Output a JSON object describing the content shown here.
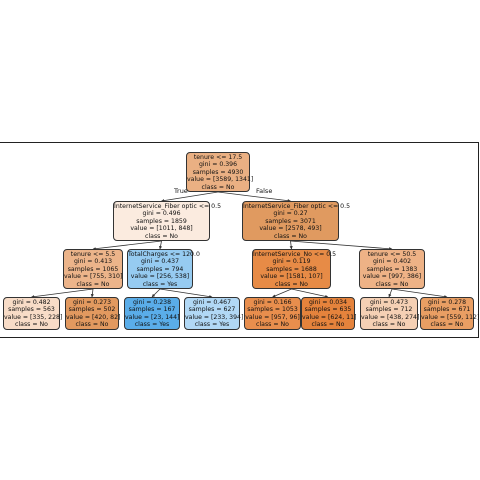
{
  "edge_labels": {
    "true_label": "True",
    "false_label": "False"
  },
  "nodes": {
    "root": {
      "split": "tenure <= 17.5",
      "gini": "gini = 0.396",
      "samples": "samples = 4930",
      "value": "value = [3589, 1341]",
      "class": "class = No",
      "color": "#eab083"
    },
    "l": {
      "split": "InternetService_Fiber optic <= 0.5",
      "gini": "gini = 0.496",
      "samples": "samples = 1859",
      "value": "value = [1011, 848]",
      "class": "class = No",
      "color": "#fbebdf"
    },
    "r": {
      "split": "InternetService_Fiber optic <= 0.5",
      "gini": "gini = 0.27",
      "samples": "samples = 3071",
      "value": "value = [2578, 493]",
      "class": "class = No",
      "color": "#e09a60"
    },
    "ll": {
      "split": "tenure <= 5.5",
      "gini": "gini = 0.413",
      "samples": "samples = 1065",
      "value": "value = [755, 310]",
      "class": "class = No",
      "color": "#ecb48a"
    },
    "lr": {
      "split": "TotalCharges <= 120.0",
      "gini": "gini = 0.437",
      "samples": "samples = 794",
      "value": "value = [256, 538]",
      "class": "class = Yes",
      "color": "#96cbf1"
    },
    "rl": {
      "split": "InternetService_No <= 0.5",
      "gini": "gini = 0.119",
      "samples": "samples = 1688",
      "value": "value = [1581, 107]",
      "class": "class = No",
      "color": "#e78b46"
    },
    "rr": {
      "split": "tenure <= 50.5",
      "gini": "gini = 0.402",
      "samples": "samples = 1383",
      "value": "value = [997, 386]",
      "class": "class = No",
      "color": "#eeb286"
    },
    "lll": {
      "split": "",
      "gini": "gini = 0.482",
      "samples": "samples = 563",
      "value": "value = [335, 228]",
      "class": "class = No",
      "color": "#f8dcc7"
    },
    "llr": {
      "split": "",
      "gini": "gini = 0.273",
      "samples": "samples = 502",
      "value": "value = [420, 82]",
      "class": "class = No",
      "color": "#e2995f"
    },
    "lrl": {
      "split": "",
      "gini": "gini = 0.238",
      "samples": "samples = 167",
      "value": "value = [23, 144]",
      "class": "class = Yes",
      "color": "#5aade9"
    },
    "lrr": {
      "split": "",
      "gini": "gini = 0.467",
      "samples": "samples = 627",
      "value": "value = [233, 394]",
      "class": "class = Yes",
      "color": "#b1d8f5"
    },
    "rll": {
      "split": "",
      "gini": "gini = 0.166",
      "samples": "samples = 1053",
      "value": "value = [957, 96]",
      "class": "class = No",
      "color": "#e88e4d"
    },
    "rlr": {
      "split": "",
      "gini": "gini = 0.034",
      "samples": "samples = 635",
      "value": "value = [624, 11]",
      "class": "class = No",
      "color": "#e5833c"
    },
    "rrl": {
      "split": "",
      "gini": "gini = 0.473",
      "samples": "samples = 712",
      "value": "value = [438, 274]",
      "class": "class = No",
      "color": "#f5d0b4"
    },
    "rrr": {
      "split": "",
      "gini": "gini = 0.278",
      "samples": "samples = 671",
      "value": "value = [559, 112]",
      "class": "class = No",
      "color": "#e99e63"
    }
  }
}
